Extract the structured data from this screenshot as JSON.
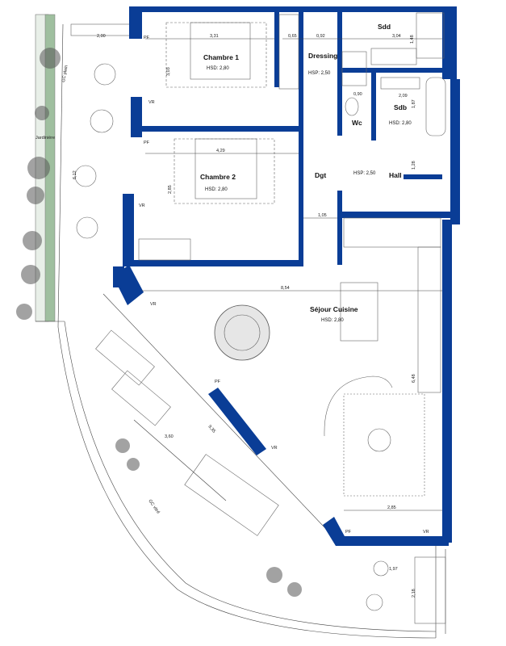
{
  "colors": {
    "wall": "#0a3d96",
    "garden": "#9fbf9f",
    "line": "#444444"
  },
  "rooms": {
    "chambre1": {
      "name": "Chambre 1",
      "height": "HSD: 2,80"
    },
    "dressing": {
      "name": "Dressing",
      "height": "HSP: 2,50"
    },
    "sdd": {
      "name": "Sdd"
    },
    "wc": {
      "name": "Wc"
    },
    "sdb": {
      "name": "Sdb",
      "height": "HSD: 2,80"
    },
    "chambre2": {
      "name": "Chambre 2",
      "height": "HSD: 2,80"
    },
    "dgt": {
      "name": "Dgt"
    },
    "hall": {
      "name": "Hall",
      "height": "HSP: 2,50"
    },
    "sejour": {
      "name": "Séjour Cuisine",
      "height": "HSD: 2,80"
    }
  },
  "labels": {
    "gc_plein": "GC plein",
    "jardiniere": "Jardinière",
    "gc_vitre": "GC vitré",
    "pf": "PF",
    "vr": "VR"
  },
  "dimensions": {
    "d200": "2,00",
    "d331": "3,31",
    "d065": "0,65",
    "d092": "0,92",
    "d304": "3,04",
    "d148": "1,48",
    "d303": "3,03",
    "d090": "0,90",
    "d187": "1,87",
    "d209": "2,09",
    "d429": "4,29",
    "d285a": "2,85",
    "d128": "1,28",
    "d105": "1,05",
    "d612": "6,12",
    "d854": "8,54",
    "d648": "6,48",
    "d935": "9,35",
    "d360": "3,60",
    "d285b": "2,85",
    "d197": "1,97",
    "d218": "2,18"
  }
}
